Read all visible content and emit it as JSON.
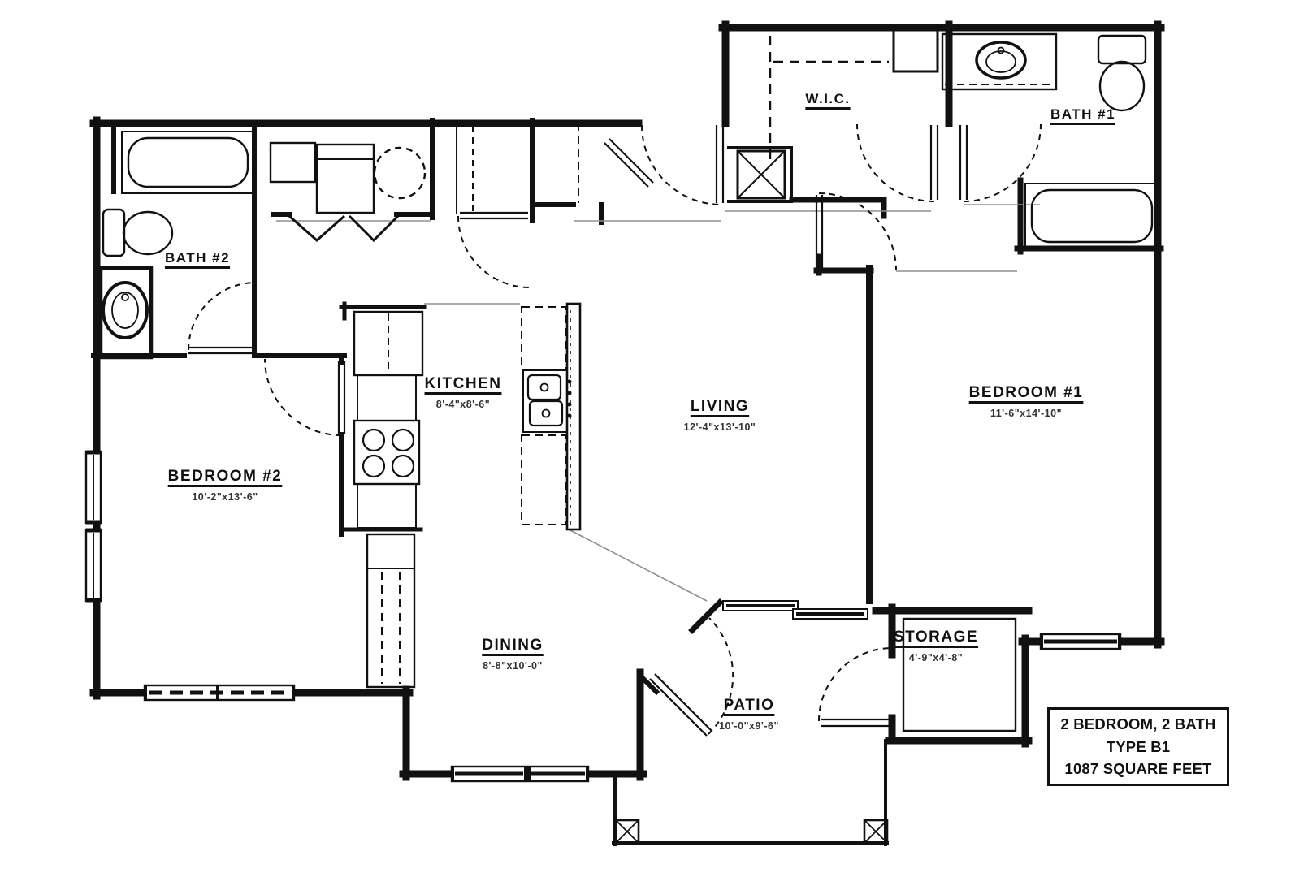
{
  "rooms": {
    "bath2": {
      "name": "BATH #2",
      "dim": ""
    },
    "wic": {
      "name": "W.I.C.",
      "dim": ""
    },
    "bath1": {
      "name": "BATH #1",
      "dim": ""
    },
    "kitchen": {
      "name": "KITCHEN",
      "dim": "8'-4\"x8'-6\""
    },
    "living": {
      "name": "LIVING",
      "dim": "12'-4\"x13'-10\""
    },
    "bedroom1": {
      "name": "BEDROOM #1",
      "dim": "11'-6\"x14'-10\""
    },
    "bedroom2": {
      "name": "BEDROOM #2",
      "dim": "10'-2\"x13'-6\""
    },
    "dining": {
      "name": "DINING",
      "dim": "8'-8\"x10'-0\""
    },
    "patio": {
      "name": "PATIO",
      "dim": "10'-0\"x9'-6\""
    },
    "storage": {
      "name": "STORAGE",
      "dim": "4'-9\"x4'-8\""
    }
  },
  "title_block": {
    "line1": "2 BEDROOM, 2 BATH",
    "line2": "TYPE B1",
    "line3": "1087 SQUARE FEET"
  },
  "colors": {
    "line": "#111111",
    "thin_line": "#8f8f8f",
    "background": "#ffffff"
  }
}
